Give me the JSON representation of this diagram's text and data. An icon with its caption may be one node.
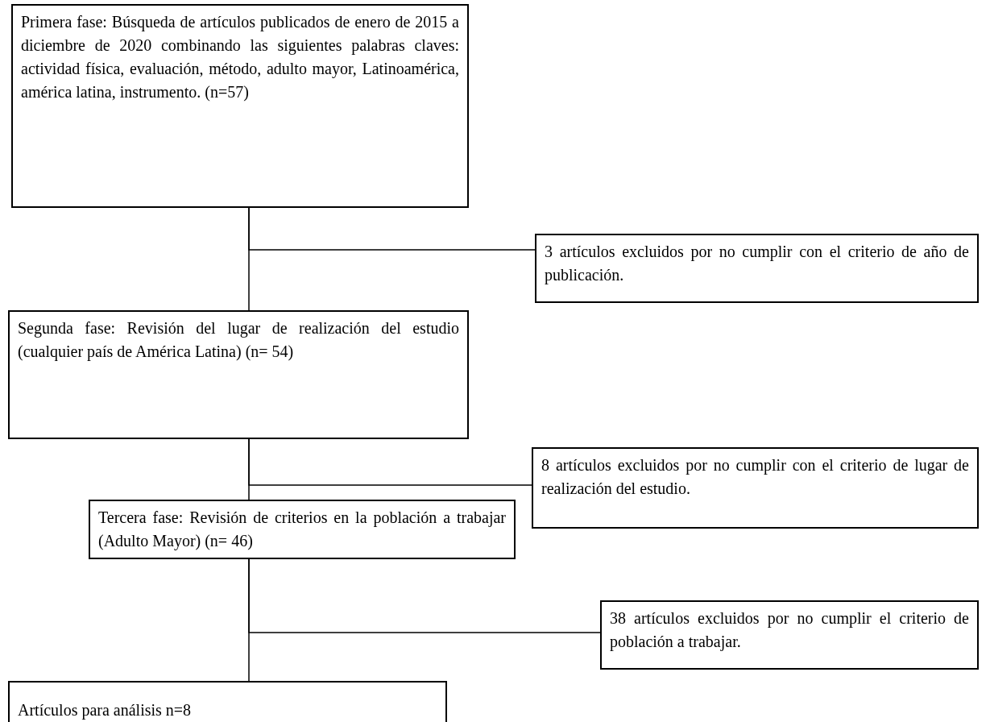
{
  "diagram": {
    "nodes": [
      {
        "text": [
          "Primera fase: Búsqueda de artículos publicados de enero de 2015 a diciembre de 2020 combinando las siguientes palabras claves: actividad física, evaluación, método, adulto mayor, Latinoamérica, américa latina, instrumento. (n=57)"
        ]
      },
      {
        "text": [
          "3 artículos excluidos por no cumplir con el criterio de año de publicación."
        ]
      },
      {
        "text": [
          "Segunda fase: Revisión del lugar de realización del estudio (cualquier país de América Latina) (n= 54)"
        ]
      },
      {
        "text": [
          "8 artículos excluidos por no cumplir con el criterio de lugar de realización del estudio."
        ]
      },
      {
        "text": [
          "Tercera fase: Revisión de criterios en la población a trabajar (Adulto Mayor) (n= 46)"
        ]
      },
      {
        "text": [
          "38 artículos excluidos por no cumplir el criterio de población a trabajar."
        ]
      },
      {
        "text": [
          "Artículos para análisis n=8"
        ]
      }
    ],
    "edges": [
      {
        "from": 0,
        "to": 2,
        "arrow": "none"
      },
      {
        "from": 0,
        "to": 1,
        "arrow": "none"
      },
      {
        "from": 2,
        "to": 4,
        "arrow": "none"
      },
      {
        "from": 2,
        "to": 3,
        "arrow": "none"
      },
      {
        "from": 4,
        "to": 6,
        "arrow": "none"
      },
      {
        "from": 4,
        "to": 5,
        "arrow": "none"
      }
    ]
  }
}
